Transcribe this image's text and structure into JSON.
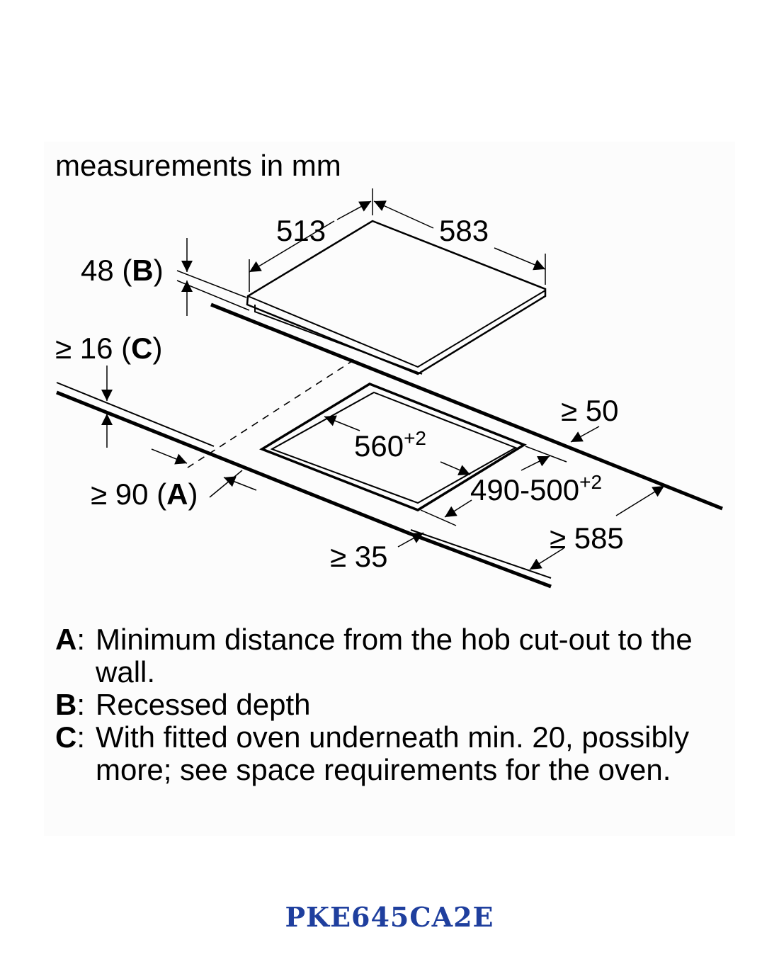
{
  "caption": "measurements in mm",
  "labels": {
    "dim_513": "513",
    "dim_583": "583",
    "dim_48": "48",
    "key_b": "B",
    "dim_16": "≥ 16",
    "key_c": "C",
    "dim_50": "≥ 50",
    "dim_560": "560",
    "dim_560_tol": "+2",
    "dim_490_500": "490-500",
    "dim_490_500_tol": "+2",
    "dim_90": "≥ 90",
    "key_a": "A",
    "dim_585": "≥ 585",
    "dim_35": "≥ 35"
  },
  "notes": [
    {
      "key": "A",
      "text": "Minimum distance from the hob cut-out to the wall."
    },
    {
      "key": "B",
      "text": "Recessed depth"
    },
    {
      "key": "C",
      "text": "With fitted oven underneath min. 20, possibly more; see space requirements for the oven."
    }
  ],
  "model": "PKE645CA2E",
  "colors": {
    "model_text": "#1f3f9e",
    "line": "#000000",
    "background": "#ffffff"
  }
}
